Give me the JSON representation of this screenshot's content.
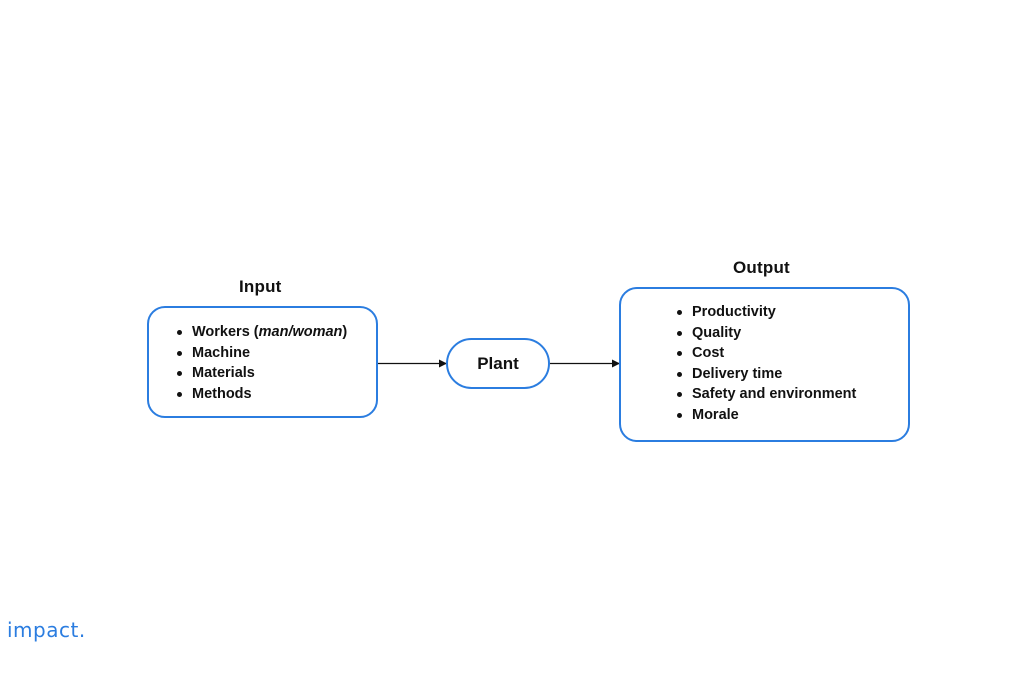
{
  "input": {
    "title": "Input",
    "items": [
      {
        "text": "Workers (",
        "emph": "man/woman",
        "suffix": ")"
      },
      {
        "text": "Machine"
      },
      {
        "text": "Materials"
      },
      {
        "text": "Methods"
      }
    ]
  },
  "process": {
    "label": "Plant"
  },
  "output": {
    "title": "Output",
    "items": [
      {
        "text": "Productivity"
      },
      {
        "text": "Quality"
      },
      {
        "text": "Cost"
      },
      {
        "text": "Delivery time"
      },
      {
        "text": "Safety and environment"
      },
      {
        "text": "Morale"
      }
    ]
  },
  "brand": {
    "logo_text": "impact.",
    "accent_color": "#2b7de0"
  }
}
